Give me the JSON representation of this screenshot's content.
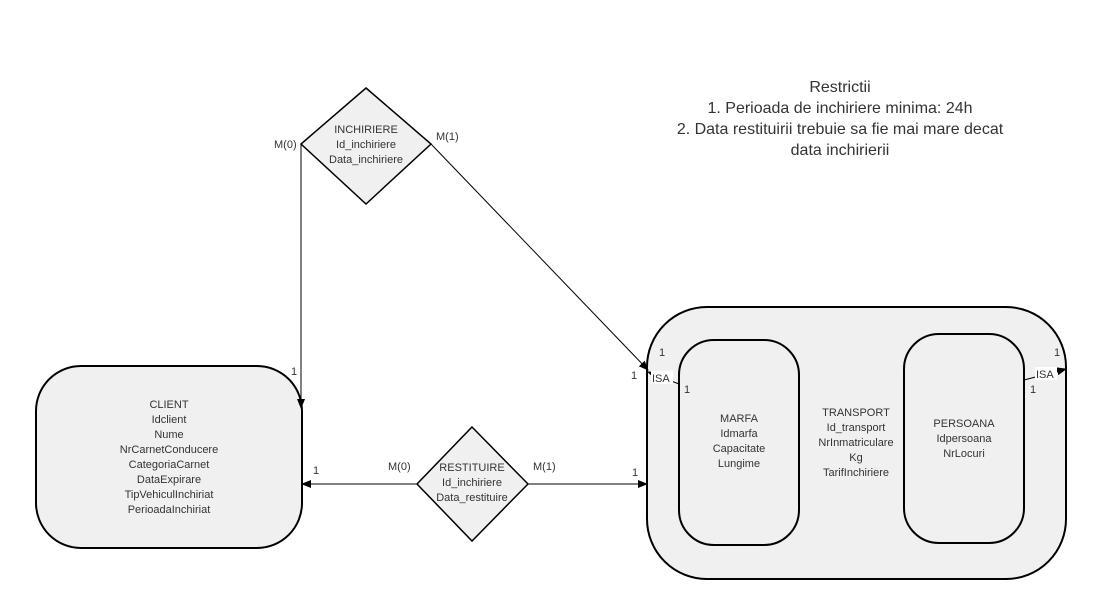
{
  "restrictions": {
    "title": "Restrictii",
    "lines": [
      "1. Perioada de inchiriere minima: 24h",
      "2. Data restituirii trebuie sa fie mai mare decat",
      "data inchirierii"
    ]
  },
  "entities": {
    "client": {
      "name": "CLIENT",
      "attributes": [
        "Idclient",
        "Nume",
        "NrCarnetConducere",
        "CategoriaCarnet",
        "DataExpirare",
        "TipVehiculInchiriat",
        "PerioadaInchiriat"
      ]
    },
    "transport": {
      "name": "TRANSPORT",
      "attributes": [
        "Id_transport",
        "NrInmatriculare",
        "Kg",
        "TarifInchiriere"
      ]
    },
    "marfa": {
      "name": "MARFA",
      "attributes": [
        "Idmarfa",
        "Capacitate",
        "Lungime"
      ]
    },
    "persoana": {
      "name": "PERSOANA",
      "attributes": [
        "Idpersoana",
        "NrLocuri"
      ]
    }
  },
  "relationships": {
    "inchiriere": {
      "name": "INCHIRIERE",
      "attributes": [
        "Id_inchiriere",
        "Data_inchiriere"
      ],
      "card_client": "M(0)",
      "card_transport": "M(1)",
      "end_client": "1",
      "end_transport": "1"
    },
    "restituire": {
      "name": "RESTITUIRE",
      "attributes": [
        "Id_inchiriere",
        "Data_restituire"
      ],
      "card_client": "M(0)",
      "card_transport": "M(1)",
      "end_client": "1",
      "end_transport": "1"
    }
  },
  "isa": {
    "marfa": {
      "label": "ISA",
      "card_parent": "1",
      "card_child": "1"
    },
    "persoana": {
      "label": "ISA",
      "card_parent": "1",
      "card_child": "1"
    }
  },
  "colors": {
    "shape_fill": "#f0f0f0",
    "stroke": "#000000",
    "text": "#333333",
    "background": "#ffffff"
  }
}
